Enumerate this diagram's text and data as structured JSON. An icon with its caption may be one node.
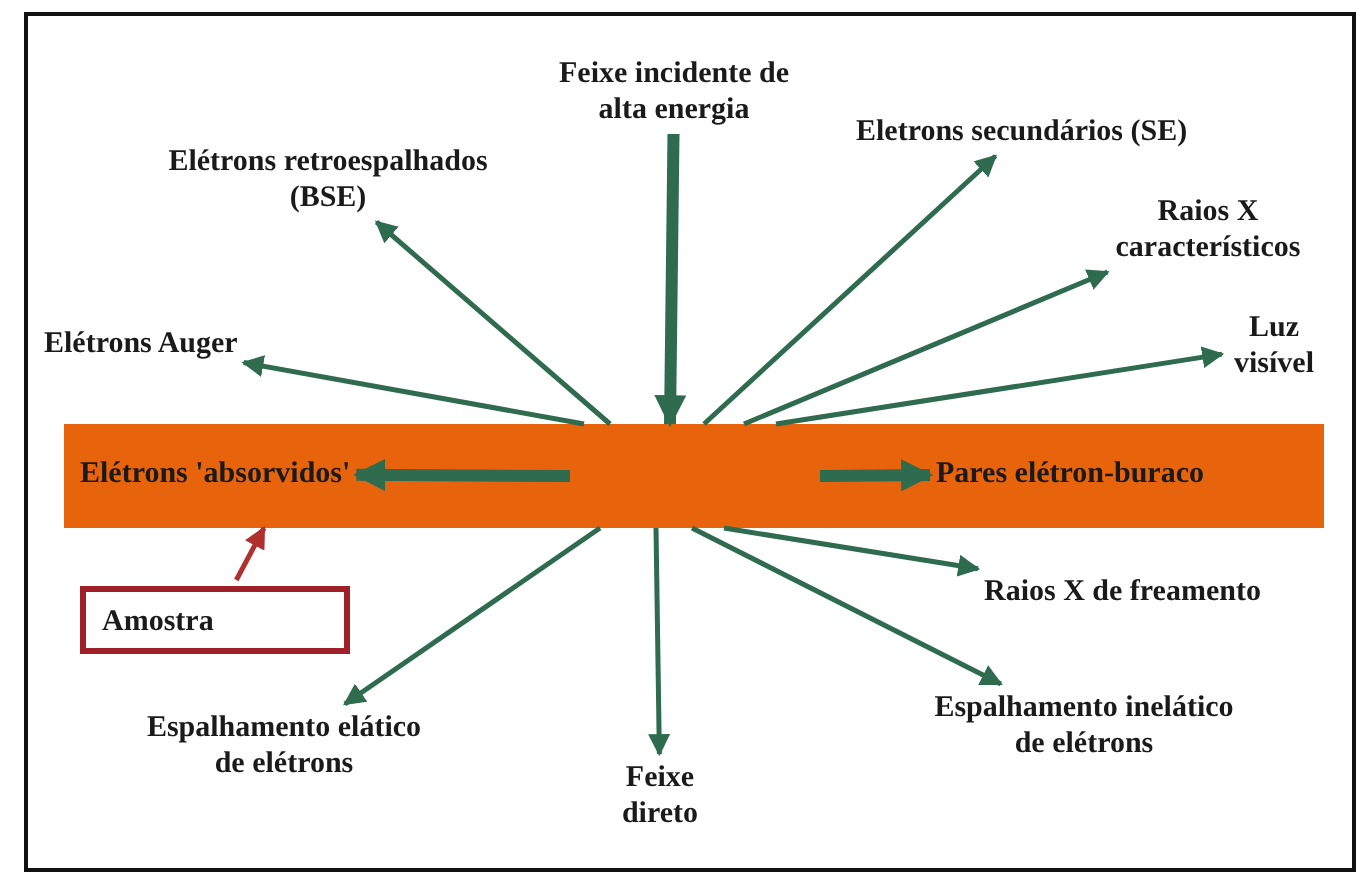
{
  "diagram": {
    "nodes": [
      {
        "text": [],
        "shape": "bar"
      },
      {
        "text": [
          "Elétrons 'absorvidos'"
        ],
        "in": 0
      },
      {
        "text": [
          "Pares elétron-buraco"
        ],
        "in": 0
      },
      {
        "text": [
          "Feixe incidente de alta energia"
        ]
      },
      {
        "text": [
          "Elétrons retroespalhados (BSE)"
        ]
      },
      {
        "text": [
          "Elétrons Auger"
        ]
      },
      {
        "text": [
          "Eletrons secundários (SE)"
        ]
      },
      {
        "text": [
          "Raios X característicos"
        ]
      },
      {
        "text": [
          "Luz visível"
        ]
      },
      {
        "text": [
          "Amostra"
        ]
      },
      {
        "text": [
          "Raios X de freamento"
        ]
      },
      {
        "text": [
          "Espalhamento elático de elétrons"
        ]
      },
      {
        "text": [
          "Feixe direto"
        ]
      },
      {
        "text": [
          "Espalhamento inelático de elétrons"
        ]
      }
    ],
    "edges": [
      {
        "from": 3,
        "to": 0,
        "arrow": "to",
        "style": "thick"
      },
      {
        "from": 0,
        "to": 4,
        "arrow": "to"
      },
      {
        "from": 0,
        "to": 5,
        "arrow": "to"
      },
      {
        "from": 0,
        "to": 6,
        "arrow": "to"
      },
      {
        "from": 0,
        "to": 7,
        "arrow": "to"
      },
      {
        "from": 0,
        "to": 8,
        "arrow": "to"
      },
      {
        "from": null,
        "to": 1,
        "arrow": "to",
        "style": "thick"
      },
      {
        "from": null,
        "to": 2,
        "arrow": "to",
        "style": "thick"
      },
      {
        "from": 9,
        "to": 0,
        "arrow": "to",
        "color": "#b03030"
      },
      {
        "from": 0,
        "to": 10,
        "arrow": "to"
      },
      {
        "from": 0,
        "to": 11,
        "arrow": "to"
      },
      {
        "from": 0,
        "to": 12,
        "arrow": "to"
      },
      {
        "from": 0,
        "to": 13,
        "arrow": "to"
      }
    ]
  }
}
